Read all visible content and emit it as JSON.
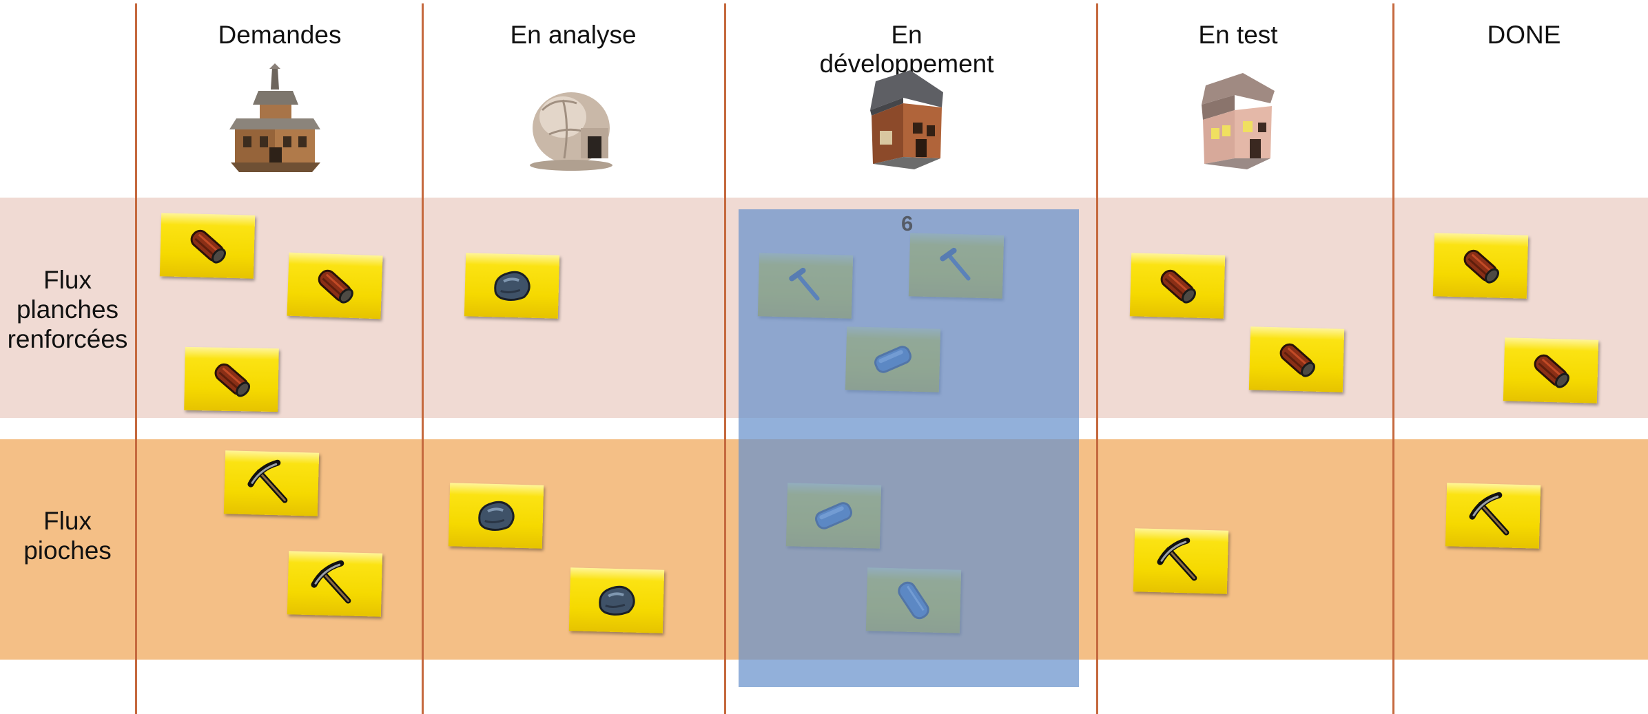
{
  "columns": [
    {
      "name": "Demandes",
      "icon": "saloon-building-icon"
    },
    {
      "name": "En analyse",
      "icon": "stone-hut-icon"
    },
    {
      "name": "En développement",
      "icon": "wood-house-icon"
    },
    {
      "name": "En test",
      "icon": "pink-house-icon"
    },
    {
      "name": "DONE",
      "icon": ""
    }
  ],
  "lanes": [
    {
      "label_lines": [
        "Flux",
        "planches",
        "renforcées"
      ],
      "color": "#f0dad3"
    },
    {
      "label_lines": [
        "Flux",
        "pioches"
      ],
      "color": "#f4bf86"
    }
  ],
  "wip_limit": "6",
  "colors": {
    "column_line": "#c5693e",
    "card": "#f5d900",
    "dev_overlay": "#6891cc"
  },
  "cards": [
    {
      "lane": 1,
      "column": "Demandes",
      "icon": "log-icon"
    },
    {
      "lane": 1,
      "column": "Demandes",
      "icon": "log-icon"
    },
    {
      "lane": 1,
      "column": "Demandes",
      "icon": "log-icon"
    },
    {
      "lane": 1,
      "column": "En analyse",
      "icon": "ore-icon"
    },
    {
      "lane": 1,
      "column": "En développement",
      "icon": "nail-icon"
    },
    {
      "lane": 1,
      "column": "En développement",
      "icon": "nail-icon"
    },
    {
      "lane": 1,
      "column": "En développement",
      "icon": "iron-bar-icon"
    },
    {
      "lane": 1,
      "column": "En test",
      "icon": "log-icon"
    },
    {
      "lane": 1,
      "column": "En test",
      "icon": "log-icon"
    },
    {
      "lane": 1,
      "column": "DONE",
      "icon": "log-icon"
    },
    {
      "lane": 1,
      "column": "DONE",
      "icon": "log-icon"
    },
    {
      "lane": 2,
      "column": "Demandes",
      "icon": "pickaxe-icon"
    },
    {
      "lane": 2,
      "column": "Demandes",
      "icon": "pickaxe-icon"
    },
    {
      "lane": 2,
      "column": "En analyse",
      "icon": "ore-icon"
    },
    {
      "lane": 2,
      "column": "En analyse",
      "icon": "ore-icon"
    },
    {
      "lane": 2,
      "column": "En développement",
      "icon": "iron-bar-icon"
    },
    {
      "lane": 2,
      "column": "En développement",
      "icon": "blue-log-icon"
    },
    {
      "lane": 2,
      "column": "En test",
      "icon": "pickaxe-icon"
    },
    {
      "lane": 2,
      "column": "DONE",
      "icon": "pickaxe-icon"
    }
  ]
}
